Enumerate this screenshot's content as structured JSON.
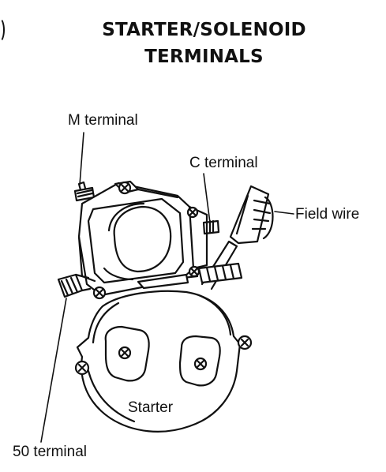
{
  "title": {
    "line1": "STARTER/SOLENOID",
    "line2": "TERMINALS"
  },
  "labels": {
    "m_terminal": "M terminal",
    "c_terminal": "C terminal",
    "field_wire": "Field wire",
    "starter": "Starter",
    "terminal_50": "50 terminal"
  }
}
